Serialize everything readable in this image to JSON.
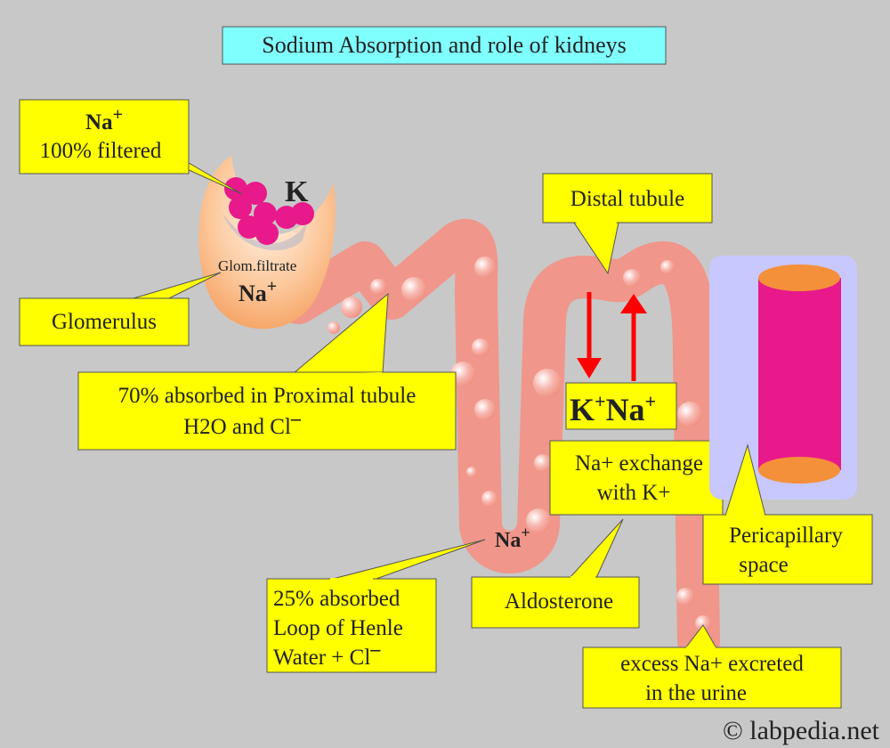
{
  "title": "Sodium Absorption and role of kidneys",
  "colors": {
    "background": "#c8c8c8",
    "callout": "#ffff00",
    "title_box": "#80ffff",
    "tubule": "#f0968a",
    "capillary": "#e8198a",
    "pericapillary": "#c8c8ff",
    "arrow": "#ff0000"
  },
  "glomerulus": {
    "k_label": "K",
    "filtrate_label": "Glom.filtrate",
    "na_label": "Na",
    "na_sup": "+"
  },
  "callouts": {
    "filtered": {
      "line1": "Na",
      "line1_sup": "+",
      "line2": "100% filtered"
    },
    "glomerulus": "Glomerulus",
    "proximal": {
      "line1": "70% absorbed in Proximal tubule",
      "line2": "H2O and Cl",
      "line2_sup": "‒"
    },
    "distal": "Distal tubule",
    "exchange_ions": {
      "k": "K",
      "na": "Na",
      "sup": "+"
    },
    "exchange": {
      "line1": "Na+ exchange",
      "line2": "with K+"
    },
    "aldosterone": "Aldosterone",
    "loop": {
      "line1": "25% absorbed",
      "line2": "Loop of Henle",
      "line3": "Water + Cl",
      "line3_sup": "‒"
    },
    "loop_na": {
      "label": "Na",
      "sup": "+"
    },
    "pericapillary": {
      "line1": "Pericapillary",
      "line2": "space"
    },
    "excreted": {
      "line1": "excess Na+ excreted",
      "line2": "in the urine"
    }
  },
  "copyright": "© labpedia.net"
}
